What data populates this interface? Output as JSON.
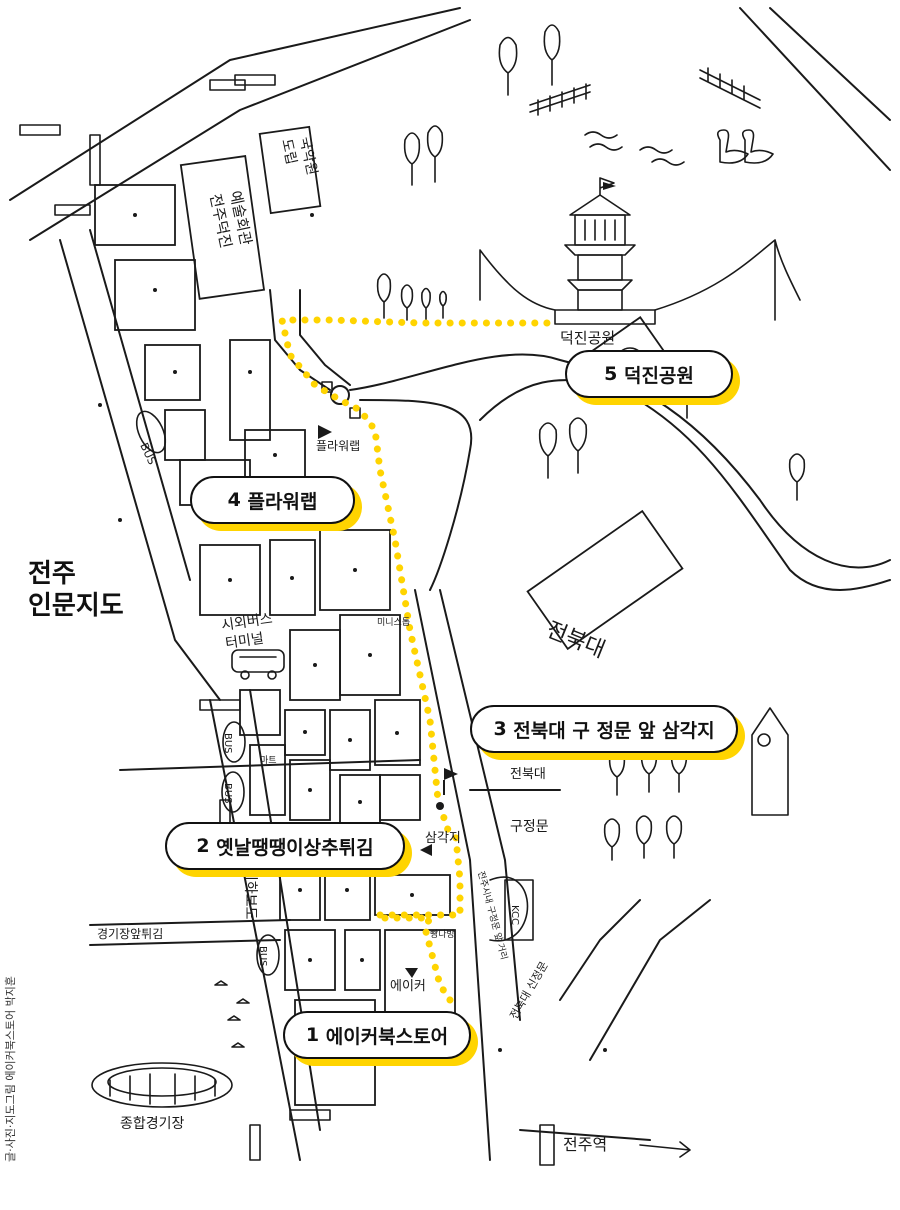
{
  "title_lines": [
    "전주",
    "인문지도"
  ],
  "credit": "글·사진·지도그림 에이커북스토어 박지훈",
  "route_stops": [
    {
      "number": "1",
      "name": "에이커북스토어"
    },
    {
      "number": "2",
      "name": "옛날땡땡이상추튀김"
    },
    {
      "number": "3",
      "name": "전북대 구 정문 앞 삼각지"
    },
    {
      "number": "4",
      "name": "플라워랩"
    },
    {
      "number": "5",
      "name": "덕진공원"
    }
  ],
  "map_labels": {
    "art_hall": "전주덕진예술회관",
    "art_hall_lines": [
      "전주덕진",
      "예술회관"
    ],
    "library": "도립국악원",
    "library_lines": [
      "도립",
      "국악원"
    ],
    "deokjin_park": "덕진공원",
    "flowerlab": "플라워랩",
    "intercity_bus": "시외버스터미널",
    "intercity_bus_lines": [
      "시외버스",
      "터미널"
    ],
    "jbnu": "전북대",
    "jbnu_street": "전북대",
    "samgakji": "삼각지",
    "old_gate": "구정문",
    "acre": "에이커",
    "underpass": "지하보도",
    "gyeonggijang_fries": "경기장앞튀김",
    "stadium": "종합경기장",
    "jeonju_station": "전주역",
    "jbnu_sinjeongmun": "전북대 신정문",
    "front_street": "전주시내 구정문 앞 거리",
    "bus": "BUS",
    "kcc": "KCC",
    "mini_stop": "미니스톱",
    "bakery": "빵다방",
    "mart": "마트"
  },
  "colors": {
    "accent": "#ffd400",
    "ink": "#1a1a1a"
  },
  "icons": [
    "flag-icon",
    "clock-icon",
    "swan-icon",
    "tree-icon",
    "bus-icon",
    "pagoda-icon",
    "clock-tower-icon",
    "stadium-icon",
    "arrow-right-icon"
  ]
}
